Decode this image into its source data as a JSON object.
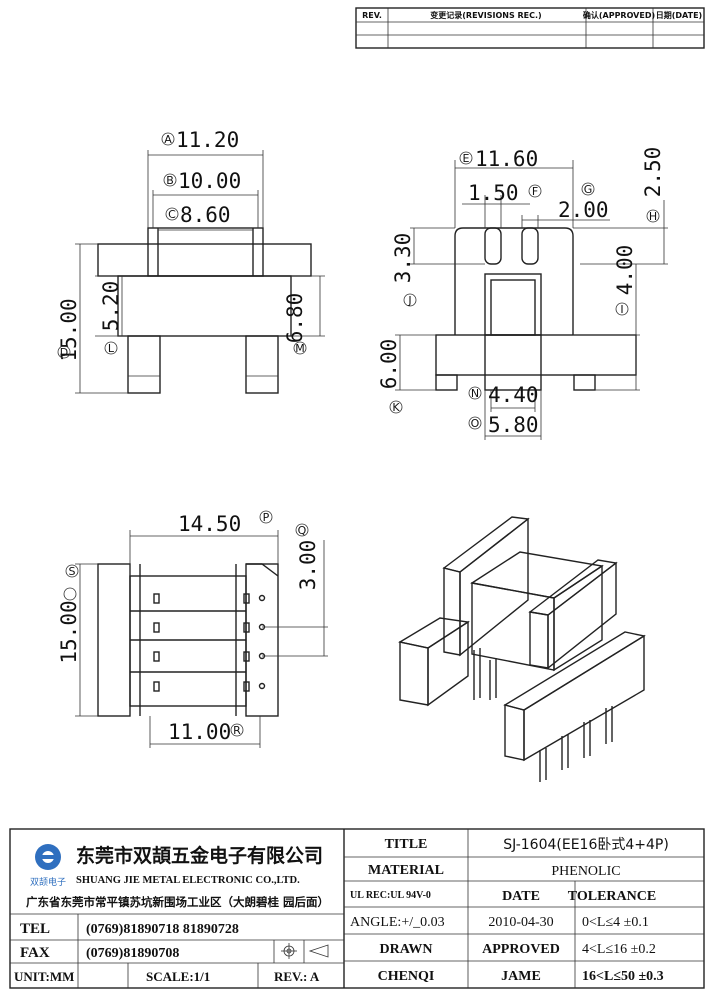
{
  "revision_table": {
    "rev": "REV.",
    "records": "变更记录(REVISIONS REC.)",
    "approved": "确认(APPROVED)",
    "date": "日期(DATE)"
  },
  "views": {
    "front": [
      {
        "id": "A",
        "value": "11.20"
      },
      {
        "id": "B",
        "value": "10.00"
      },
      {
        "id": "C",
        "value": "8.60"
      },
      {
        "id": "D",
        "value": "15.00"
      },
      {
        "id": "L",
        "value": "5.20"
      },
      {
        "id": "M",
        "value": "6.80"
      }
    ],
    "side": [
      {
        "id": "E",
        "value": "11.60"
      },
      {
        "id": "F",
        "value": "1.50"
      },
      {
        "id": "G",
        "value": "2.00"
      },
      {
        "id": "H",
        "value": "2.50"
      },
      {
        "id": "J",
        "value": "3.30"
      },
      {
        "id": "I",
        "value": "4.00"
      },
      {
        "id": "K",
        "value": "6.00"
      },
      {
        "id": "N",
        "value": "4.40"
      },
      {
        "id": "O",
        "value": "5.80"
      }
    ],
    "bottom": [
      {
        "id": "P",
        "value": "14.50"
      },
      {
        "id": "Q",
        "value": "3.00"
      },
      {
        "id": "S",
        "value": "15.00"
      },
      {
        "id": "R",
        "value": "11.00"
      }
    ]
  },
  "title_block": {
    "company_cn": "东莞市双頡五金电子有限公司",
    "company_en": "SHUANG JIE METAL ELECTRONIC CO.,LTD.",
    "logo_text": "双颉电子",
    "address": "广东省东莞市常平镇苏坑新围场工业区（大朗碧桂 园后面）",
    "tel_label": "TEL",
    "tel": "(0769)81890718 81890728",
    "fax_label": "FAX",
    "fax": "(0769)81890708",
    "unit": "UNIT:MM",
    "scale": "SCALE:1/1",
    "rev": "REV.: A",
    "title_label": "TITLE",
    "title": "SJ-1604(EE16卧式4+4P)",
    "material_label": "MATERIAL",
    "material": "PHENOLIC",
    "ul_rec": "UL REC:UL 94V-0",
    "date_label": "DATE",
    "tolerance_label": "TOLERANCE",
    "angle": "ANGLE:+/_0.03",
    "date": "2010-04-30",
    "tol1": "0<L≤4   ±0.1",
    "drawn_label": "DRAWN",
    "approved_label": "APPROVED",
    "tol2": "4<L≤16  ±0.2",
    "drawn": "CHENQI",
    "approved": "JAME",
    "tol3": "16<L≤50  ±0.3"
  }
}
